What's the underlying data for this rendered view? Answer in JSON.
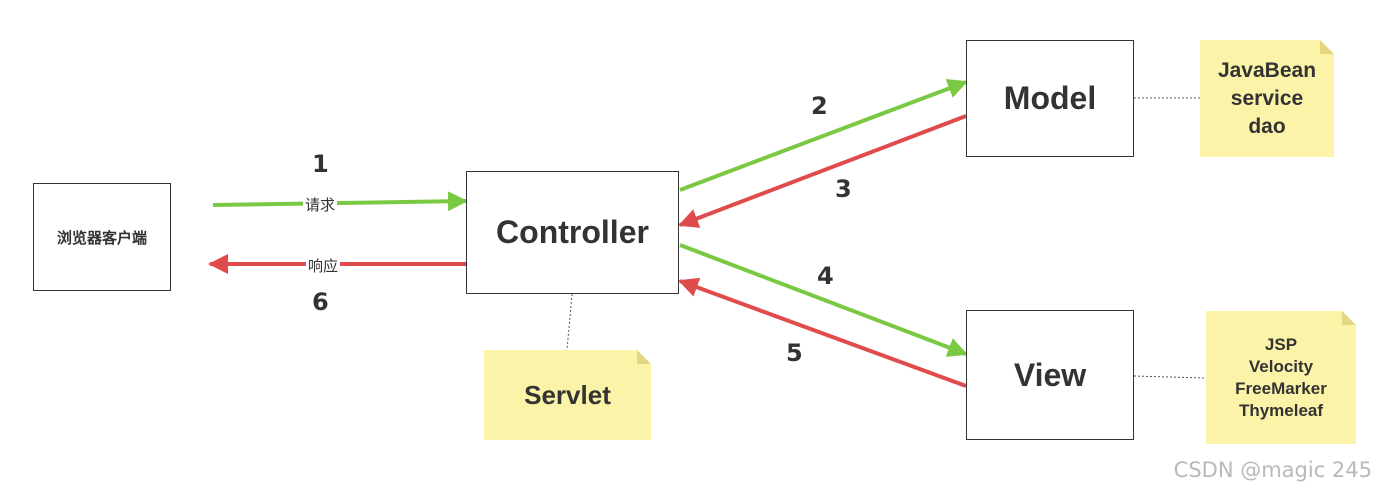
{
  "client": {
    "label": "浏览器客户端"
  },
  "controller": {
    "label": "Controller"
  },
  "model": {
    "label": "Model"
  },
  "view": {
    "label": "View"
  },
  "notes": {
    "servlet": "Servlet",
    "model_items": [
      "JavaBean",
      "service",
      "dao"
    ],
    "view_items": [
      "JSP",
      "Velocity",
      "FreeMarker",
      "Thymeleaf"
    ]
  },
  "steps": {
    "s1": "1",
    "s2": "2",
    "s3": "3",
    "s4": "4",
    "s5": "5",
    "s6": "6"
  },
  "arrow_labels": {
    "request": "请求",
    "response": "响应"
  },
  "colors": {
    "request_arrow": "#7ac943",
    "response_arrow": "#e04b4b",
    "note": "#fbf3a8"
  },
  "watermark": "CSDN @magic 245"
}
